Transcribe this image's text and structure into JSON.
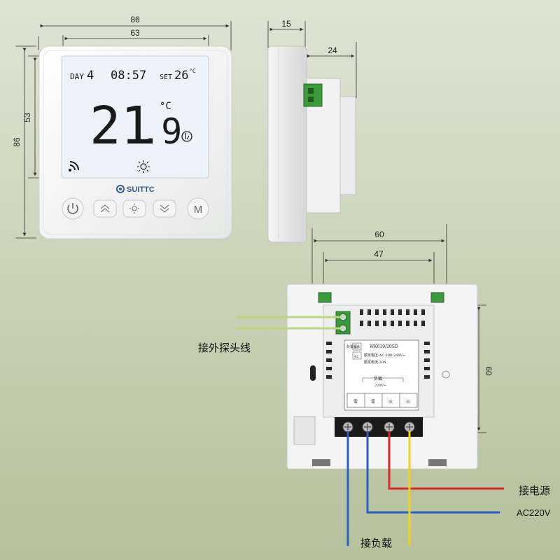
{
  "dimensions": {
    "front_width": "86",
    "front_inner_width": "63",
    "front_height": "86",
    "front_inner_height": "53",
    "side_depth": "15",
    "side_box_depth": "24",
    "back_width": "60",
    "back_inner_width": "47",
    "back_height": "60"
  },
  "lcd": {
    "day_label": "DAY",
    "day_value": "4",
    "time": "08:57",
    "set_label": "SET",
    "set_value": "26",
    "set_unit": "°C",
    "temp_main": "21",
    "temp_decimal": ".9",
    "temp_unit": "°C"
  },
  "brand": "SUITTC",
  "buttons": [
    "power",
    "up",
    "sun",
    "down",
    "M"
  ],
  "label_plate": {
    "model": "WK619/20SD",
    "voltage": "额定电压:AC 100-240V~",
    "current": "额定电流:20A",
    "probe_label": "外置探头",
    "s1": "S1",
    "s2": "S2",
    "load_label": "负载",
    "load_voltage": "220V~",
    "terminals": [
      "零",
      "零",
      "火",
      "火"
    ]
  },
  "annotations": {
    "probe_wire": "接外探头线",
    "power_in": "接电源",
    "ac": "AC220V",
    "load": "接负载"
  },
  "colors": {
    "background": "#c5ceb2",
    "probe_wire": "#b9d77c",
    "wire_blue": "#2a5fc4",
    "wire_red": "#d42a2a",
    "wire_yellow": "#f2d31b",
    "terminal_green": "#3b9a3b",
    "lcd_backlight": "#eef3fa"
  }
}
